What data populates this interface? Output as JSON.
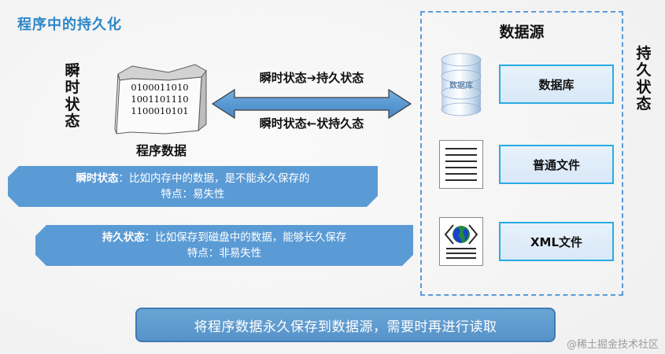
{
  "slide": {
    "title": "程序中的持久化",
    "title_color": "#2e86c8",
    "background_color": "#f2f2f2"
  },
  "left_side": {
    "vertical_label": "瞬\n时\n状\n态",
    "program_data": {
      "bits": "0100011010\n1001101110\n1100010101",
      "caption": "程序数据"
    }
  },
  "center": {
    "arrow": {
      "icon": "double-headed-arrow-icon",
      "color": "#5b9bd5",
      "top_label": "瞬时状态➔持久状态",
      "bottom_label": "瞬时状态←状持久态"
    }
  },
  "right_side": {
    "vertical_label": "持\n久\n状\n态",
    "datasource": {
      "title": "数据源",
      "border_color": "#5b9bd5",
      "box_border_color": "#29abe2",
      "box_fill_color": "#dce9f5",
      "items": [
        {
          "icon": "database-cylinder-icon",
          "icon_label": "数据库",
          "label": "数据库"
        },
        {
          "icon": "document-lines-icon",
          "icon_label": "",
          "label": "普通文件"
        },
        {
          "icon": "xml-globe-icon",
          "icon_label": "",
          "label": "XML文件"
        }
      ]
    }
  },
  "banners": [
    {
      "color": "#5b9bd5",
      "term": "瞬时状态",
      "separator": "：",
      "description": "比如内存中的数据，是不能永久保存的",
      "feature": "特点：易失性"
    },
    {
      "color": "#5b9bd5",
      "term": "持久状态",
      "separator": "：",
      "description": "比如保存到磁盘中的数据，能够长久保存",
      "feature": "特点：非易失性"
    }
  ],
  "summary": {
    "text": "将程序数据永久保存到数据源，需要时再进行读取",
    "fill_color": "#5793c9",
    "border_color": "#3d7ab5"
  },
  "watermark": {
    "text": "@稀土掘金技术社区"
  }
}
